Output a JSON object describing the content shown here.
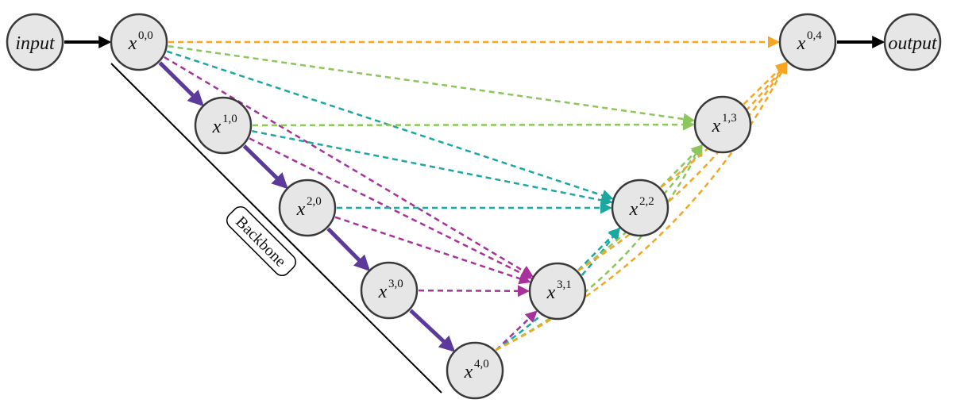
{
  "nodes": [
    {
      "id": "input",
      "label": "input",
      "sup": ""
    },
    {
      "id": "x00",
      "label": "x",
      "sup": "0,0"
    },
    {
      "id": "x10",
      "label": "x",
      "sup": "1,0"
    },
    {
      "id": "x20",
      "label": "x",
      "sup": "2,0"
    },
    {
      "id": "x30",
      "label": "x",
      "sup": "3,0"
    },
    {
      "id": "x40",
      "label": "x",
      "sup": "4,0"
    },
    {
      "id": "x31",
      "label": "x",
      "sup": "3,1"
    },
    {
      "id": "x22",
      "label": "x",
      "sup": "2,2"
    },
    {
      "id": "x13",
      "label": "x",
      "sup": "1,3"
    },
    {
      "id": "x04",
      "label": "x",
      "sup": "0,4"
    },
    {
      "id": "output",
      "label": "output",
      "sup": ""
    }
  ],
  "backbone": {
    "label": "Backbone"
  },
  "colors": {
    "io": "#000000",
    "backbone": "#5b3a9c",
    "to_x31": "#a8329c",
    "to_x22": "#1aa8a0",
    "to_x13": "#8cc65c",
    "to_x04": "#f5a623"
  },
  "edges": [
    {
      "from": "input",
      "to": "x00",
      "style": "io"
    },
    {
      "from": "x04",
      "to": "output",
      "style": "io"
    },
    {
      "from": "x00",
      "to": "x10",
      "style": "backbone"
    },
    {
      "from": "x10",
      "to": "x20",
      "style": "backbone"
    },
    {
      "from": "x20",
      "to": "x30",
      "style": "backbone"
    },
    {
      "from": "x30",
      "to": "x40",
      "style": "backbone"
    },
    {
      "from": "x00",
      "to": "x31",
      "style": "to_x31"
    },
    {
      "from": "x10",
      "to": "x31",
      "style": "to_x31"
    },
    {
      "from": "x20",
      "to": "x31",
      "style": "to_x31"
    },
    {
      "from": "x30",
      "to": "x31",
      "style": "to_x31"
    },
    {
      "from": "x40",
      "to": "x31",
      "style": "to_x31"
    },
    {
      "from": "x00",
      "to": "x22",
      "style": "to_x22"
    },
    {
      "from": "x10",
      "to": "x22",
      "style": "to_x22"
    },
    {
      "from": "x20",
      "to": "x22",
      "style": "to_x22"
    },
    {
      "from": "x31",
      "to": "x22",
      "style": "to_x22"
    },
    {
      "from": "x40",
      "to": "x22",
      "style": "to_x22"
    },
    {
      "from": "x00",
      "to": "x13",
      "style": "to_x13"
    },
    {
      "from": "x10",
      "to": "x13",
      "style": "to_x13"
    },
    {
      "from": "x22",
      "to": "x13",
      "style": "to_x13"
    },
    {
      "from": "x31",
      "to": "x13",
      "style": "to_x13"
    },
    {
      "from": "x40",
      "to": "x13",
      "style": "to_x13"
    },
    {
      "from": "x00",
      "to": "x04",
      "style": "to_x04"
    },
    {
      "from": "x13",
      "to": "x04",
      "style": "to_x04"
    },
    {
      "from": "x22",
      "to": "x04",
      "style": "to_x04"
    },
    {
      "from": "x31",
      "to": "x04",
      "style": "to_x04"
    },
    {
      "from": "x40",
      "to": "x04",
      "style": "to_x04"
    }
  ]
}
